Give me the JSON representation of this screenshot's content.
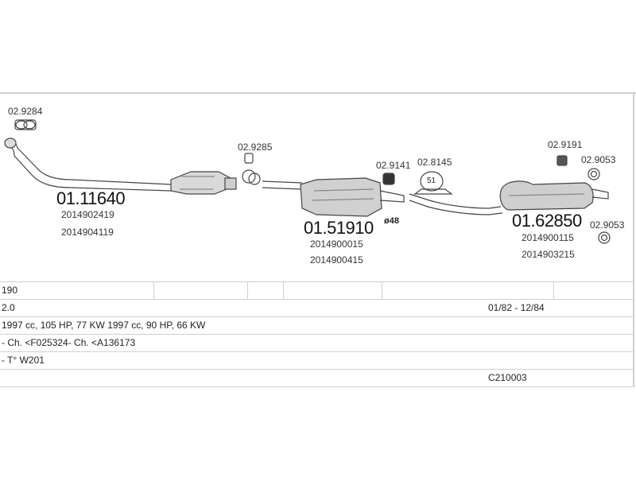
{
  "diagram": {
    "small_codes": {
      "clamp_1": "02.9284",
      "clamp_2": "02.9285",
      "clamp_3": "02.9141",
      "clamp_4": "02.8145",
      "clamp_5": "02.9191",
      "clamp_6": "02.9053",
      "clamp_7": "02.9053"
    },
    "front_pipe": {
      "code": "01.11640",
      "oem_1": "2014902419",
      "oem_2": "2014904119"
    },
    "middle_silencer": {
      "code": "01.51910",
      "oem_1": "2014900015",
      "oem_2": "2014900415",
      "diameter": "ø48"
    },
    "rear_silencer": {
      "code": "01.62850",
      "oem_1": "2014900115",
      "oem_2": "2014903215"
    },
    "clamp_label_51": "51"
  },
  "table": {
    "rows": [
      {
        "left": "190",
        "right": ""
      },
      {
        "left": "2.0",
        "right": "01/82 - 12/84"
      },
      {
        "left": "1997 cc, 105 HP, 77 KW 1997 cc, 90 HP, 66 KW",
        "right": ""
      },
      {
        "left": "- Ch. <F025324- Ch. <A136173",
        "right": ""
      },
      {
        "left": "- T° W201",
        "right": ""
      },
      {
        "left": "",
        "right": "C210003"
      }
    ]
  }
}
